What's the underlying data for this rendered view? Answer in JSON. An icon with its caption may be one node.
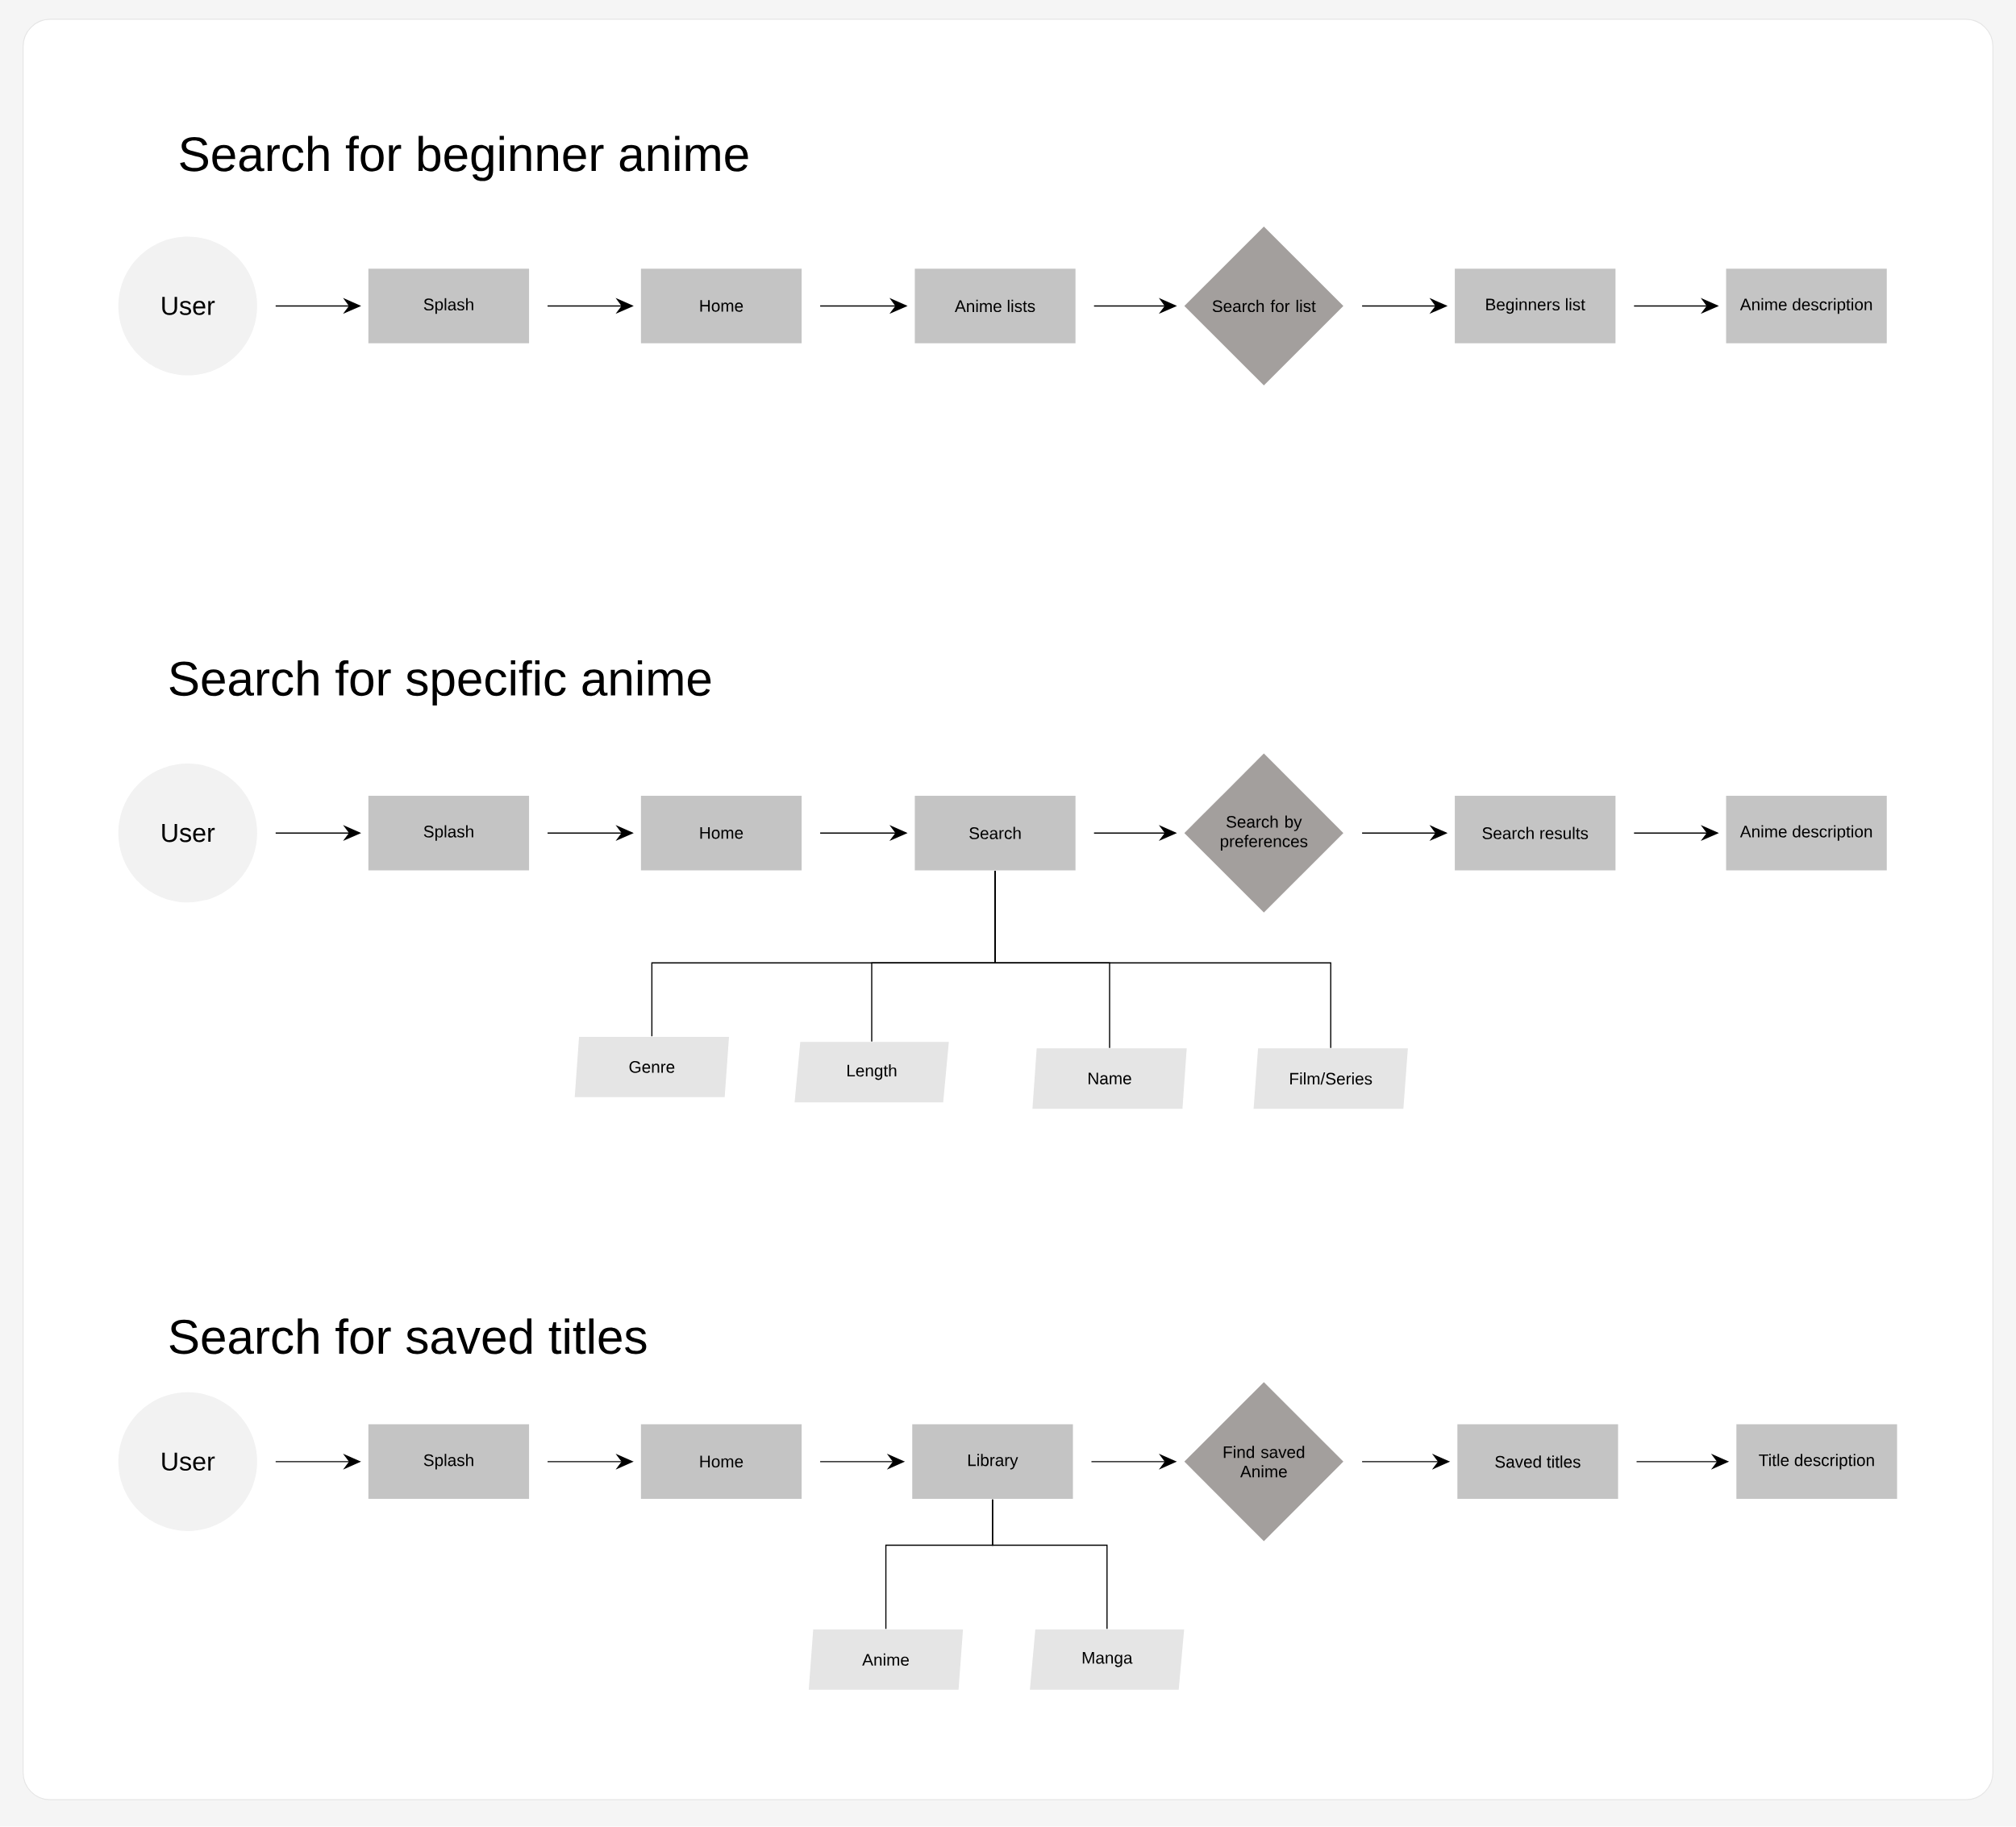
{
  "diagram": {
    "nodes": [
      {
        "text": [
          "User"
        ]
      },
      {
        "text": [
          "Splash"
        ]
      },
      {
        "text": [
          "Home"
        ]
      },
      {
        "text": [
          "Anime lists"
        ]
      },
      {
        "text": [
          "Search for list"
        ]
      },
      {
        "text": [
          "Beginners list"
        ]
      },
      {
        "text": [
          "Anime description"
        ]
      },
      {
        "text": [
          "User"
        ]
      },
      {
        "text": [
          "Splash"
        ]
      },
      {
        "text": [
          "Home"
        ]
      },
      {
        "text": [
          "Search"
        ]
      },
      {
        "text": [
          "Search by preferences"
        ]
      },
      {
        "text": [
          "Search results"
        ]
      },
      {
        "text": [
          "Anime description"
        ]
      },
      {
        "text": [
          "Genre"
        ]
      },
      {
        "text": [
          "Length"
        ]
      },
      {
        "text": [
          "Name"
        ]
      },
      {
        "text": [
          "Film/Series"
        ]
      },
      {
        "text": [
          "User"
        ]
      },
      {
        "text": [
          "Splash"
        ]
      },
      {
        "text": [
          "Home"
        ]
      },
      {
        "text": [
          "Library"
        ]
      },
      {
        "text": [
          "Find saved Anime"
        ]
      },
      {
        "text": [
          "Saved titles"
        ]
      },
      {
        "text": [
          "Title description"
        ]
      },
      {
        "text": [
          "Anime"
        ]
      },
      {
        "text": [
          "Manga"
        ]
      }
    ],
    "edges": [
      {
        "from": 0,
        "to": 1,
        "arrow": "to"
      },
      {
        "from": 1,
        "to": 2,
        "arrow": "to"
      },
      {
        "from": 2,
        "to": 3,
        "arrow": "to"
      },
      {
        "from": 3,
        "to": 4,
        "arrow": "to"
      },
      {
        "from": 4,
        "to": 5,
        "arrow": "to"
      },
      {
        "from": 5,
        "to": 6,
        "arrow": "to"
      },
      {
        "from": 7,
        "to": 8,
        "arrow": "to"
      },
      {
        "from": 8,
        "to": 9,
        "arrow": "to"
      },
      {
        "from": 9,
        "to": 10,
        "arrow": "to"
      },
      {
        "from": 10,
        "to": 11,
        "arrow": "to"
      },
      {
        "from": 11,
        "to": 12,
        "arrow": "to"
      },
      {
        "from": 12,
        "to": 13,
        "arrow": "to"
      },
      {
        "from": 10,
        "to": 14,
        "arrow": "none"
      },
      {
        "from": 10,
        "to": 15,
        "arrow": "none"
      },
      {
        "from": 10,
        "to": 16,
        "arrow": "none"
      },
      {
        "from": 10,
        "to": 17,
        "arrow": "none"
      },
      {
        "from": 18,
        "to": 19,
        "arrow": "to"
      },
      {
        "from": 19,
        "to": 20,
        "arrow": "to"
      },
      {
        "from": 20,
        "to": 21,
        "arrow": "to"
      },
      {
        "from": 21,
        "to": 22,
        "arrow": "to"
      },
      {
        "from": 22,
        "to": 23,
        "arrow": "to"
      },
      {
        "from": 23,
        "to": 24,
        "arrow": "to"
      },
      {
        "from": 21,
        "to": 25,
        "arrow": "none"
      },
      {
        "from": 21,
        "to": 26,
        "arrow": "none"
      }
    ],
    "labels": [
      "Search for beginner anime",
      "Search for specific anime",
      "Search for saved titles"
    ]
  }
}
